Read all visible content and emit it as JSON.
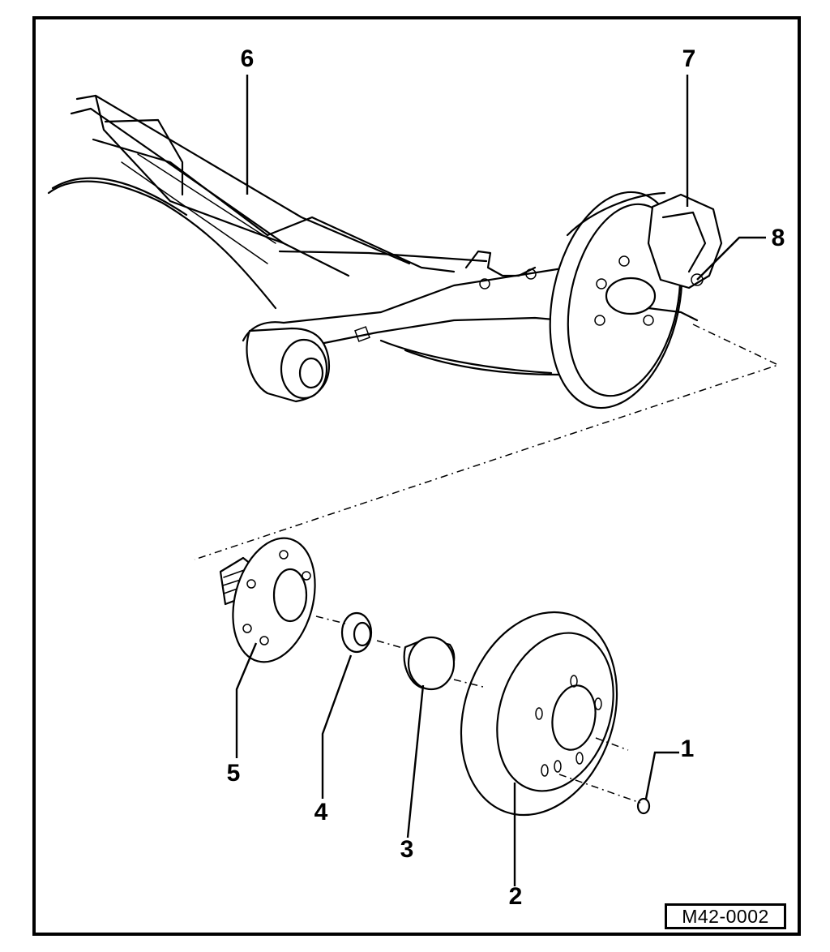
{
  "callouts": {
    "c1": "1",
    "c2": "2",
    "c3": "3",
    "c4": "4",
    "c5": "5",
    "c6": "6",
    "c7": "7",
    "c8": "8"
  },
  "figure_id": "M42-0002",
  "colors": {
    "ink": "#000000",
    "paper": "#ffffff"
  }
}
